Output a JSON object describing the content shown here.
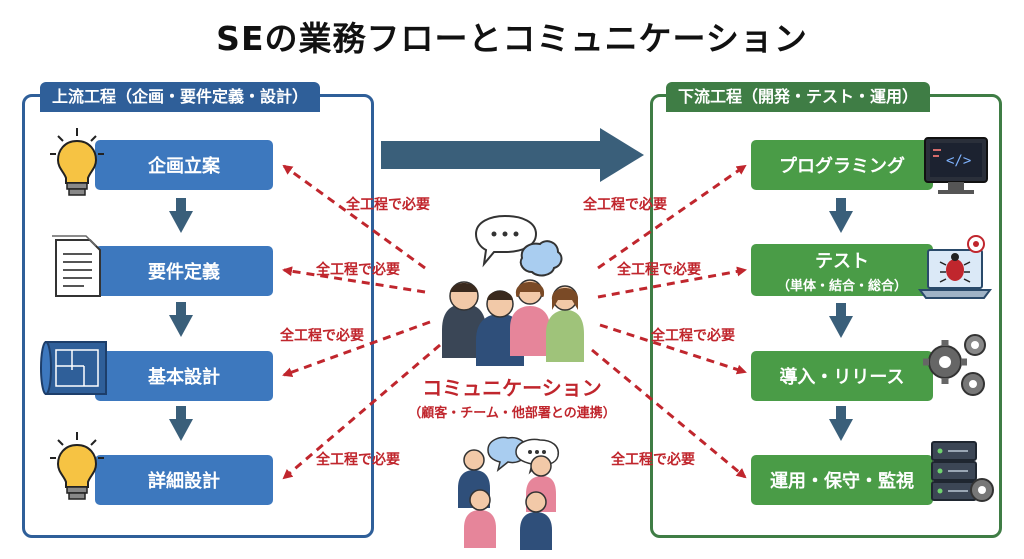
{
  "title": "SEの業務フローとコミュニケーション",
  "upstream": {
    "header": "上流工程（企画・要件定義・設計）",
    "steps": [
      {
        "label": "企画立案",
        "icon": "lightbulb-icon"
      },
      {
        "label": "要件定義",
        "icon": "document-icon"
      },
      {
        "label": "基本設計",
        "icon": "blueprint-icon"
      },
      {
        "label": "詳細設計",
        "icon": "lightbulb-icon"
      }
    ]
  },
  "downstream": {
    "header": "下流工程（開発・テスト・運用）",
    "steps": [
      {
        "label": "プログラミング",
        "sub": "",
        "icon": "code-monitor-icon"
      },
      {
        "label": "テスト",
        "sub": "（単体・結合・総合）",
        "icon": "bug-laptop-icon"
      },
      {
        "label": "導入・リリース",
        "sub": "",
        "icon": "gears-icon"
      },
      {
        "label": "運用・保守・監視",
        "sub": "",
        "icon": "server-icon"
      }
    ]
  },
  "communication": {
    "title": "コミュニケーション",
    "subtitle": "（顧客・チーム・他部署との連携）",
    "arrow_label": "全工程で必要"
  },
  "colors": {
    "upstream": "#2f5f99",
    "upstream_step": "#3d78be",
    "downstream": "#3f7d45",
    "downstream_step": "#4a9c47",
    "communication": "#c0262d",
    "flow_arrow": "#3a5f7a"
  }
}
